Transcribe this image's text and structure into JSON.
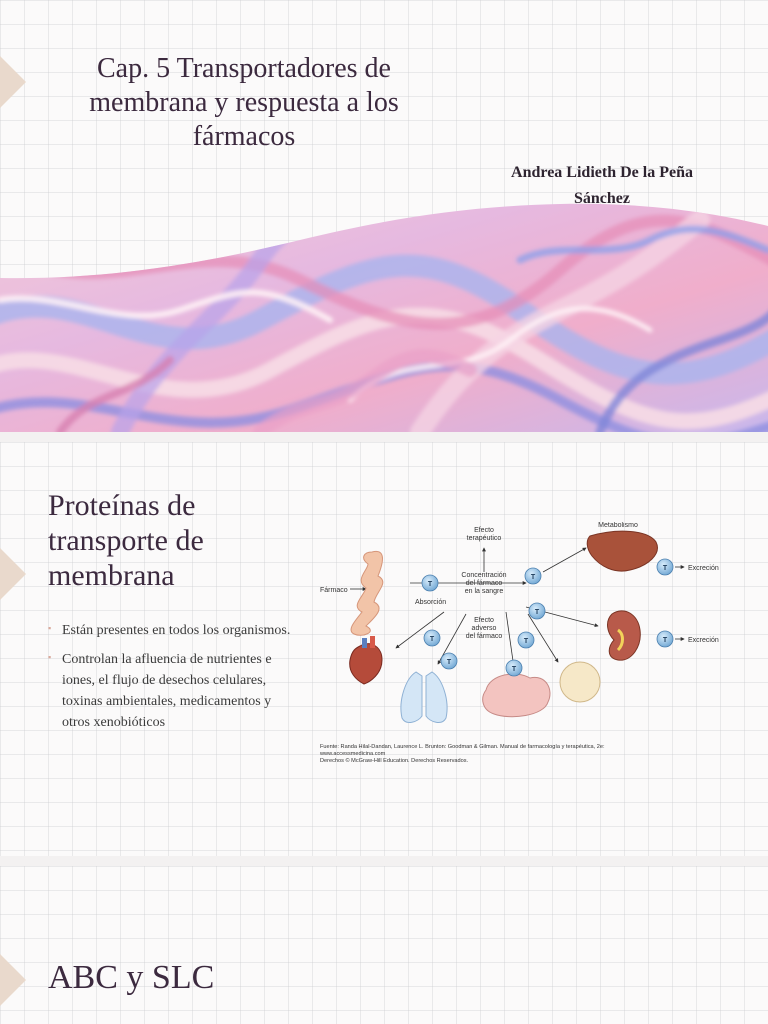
{
  "slide1": {
    "title": "Cap. 5 Transportadores de membrana y respuesta a los fármacos",
    "author_line1": "Andrea Lidieth De la Peña",
    "author_line2": "Sánchez"
  },
  "slide2": {
    "title": "Proteínas de transporte de membrana",
    "bullets": [
      "Están presentes en todos los organismos.",
      "Controlan la afluencia de nutrientes e iones, el flujo de desechos celulares, toxinas ambientales, medicamentos y otros xenobióticos"
    ],
    "figure": {
      "farmaco": "Fármaco",
      "absorcion": "Absorción",
      "efecto_ter_1": "Efecto",
      "efecto_ter_2": "terapéutico",
      "conc_1": "Concentración",
      "conc_2": "del fármaco",
      "conc_3": "en la sangre",
      "metabolismo": "Metabolismo",
      "excrecion": "Excreción",
      "efecto_adv_1": "Efecto",
      "efecto_adv_2": "adverso",
      "efecto_adv_3": "del fármaco",
      "transporter_label": "T"
    },
    "caption_line1": "Fuente: Randa Hilal-Dandan, Laurence L. Brunton: Goodman & Gilman. Manual de farmacología y terapéutica, 2e:",
    "caption_line2": "www.accessmedicina.com",
    "caption_line3": "Derechos © McGraw-Hill Education. Derechos Reservados."
  },
  "slide3": {
    "title": "ABC y SLC"
  }
}
